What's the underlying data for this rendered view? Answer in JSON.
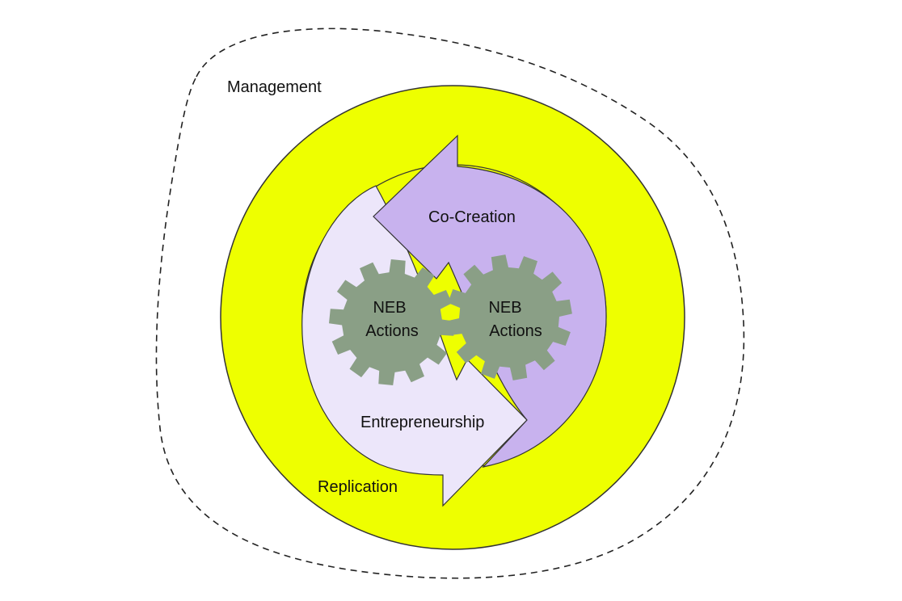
{
  "diagram": {
    "outer_label": "Management",
    "ring_label": "Replication",
    "arrows": {
      "upper": "Co-Creation",
      "lower": "Entrepreneurship"
    },
    "gears": [
      {
        "line1": "NEB",
        "line2": "Actions"
      },
      {
        "line1": "NEB",
        "line2": "Actions"
      }
    ]
  },
  "colors": {
    "ring": "#eeff00",
    "ring_stroke": "#333333",
    "upper_arrow": "#c8b2ee",
    "lower_arrow": "#ece6fa",
    "gear": "#8a9f86",
    "boundary": "#222222"
  }
}
